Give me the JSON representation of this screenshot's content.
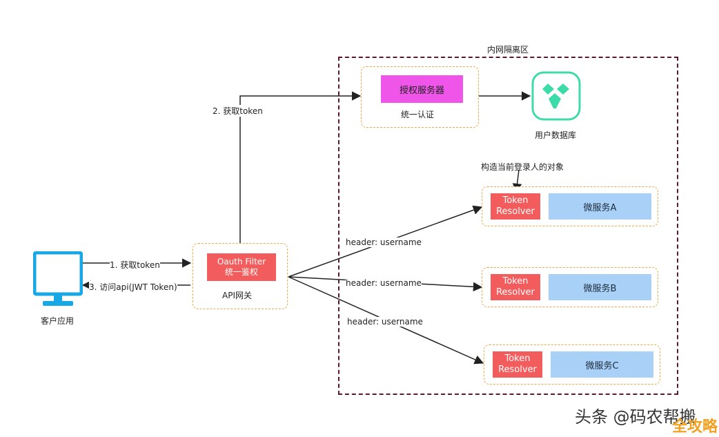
{
  "zone": {
    "title": "内网隔离区"
  },
  "client": {
    "label": "客户应用"
  },
  "gateway": {
    "filter_line1": "Oauth Filter",
    "filter_line2": "统一鉴权",
    "label": "API网关"
  },
  "auth": {
    "server_label": "授权服务器",
    "label": "统一认证"
  },
  "database": {
    "label": "用户数据库"
  },
  "annotation": {
    "text": "构造当前登录人的对象"
  },
  "edges": {
    "get_token": "1. 获取token",
    "access_api": "3. 访问api(JWT Token)",
    "fetch_token": "2. 获取token",
    "header_a": "header: username",
    "header_b": "header: username",
    "header_c": "header: username"
  },
  "services": [
    {
      "resolver_line1": "Token",
      "resolver_line2": "Resolver",
      "name": "微服务A"
    },
    {
      "resolver_line1": "Token",
      "resolver_line2": "Resolver",
      "name": "微服务B"
    },
    {
      "resolver_line1": "Token",
      "resolver_line2": "Resolver",
      "name": "微服务C"
    }
  ],
  "watermark": {
    "text1": "头条 @码农帮搬",
    "text2": "全攻略"
  },
  "colors": {
    "monitor": "#19a8e6",
    "auth_server": "#ee55e8",
    "resolver": "#f25c5c",
    "service": "#a9d1f7",
    "dashed_orange": "#f0a84a",
    "zone_border": "#5a1a2a",
    "database": "#3ddba8"
  }
}
